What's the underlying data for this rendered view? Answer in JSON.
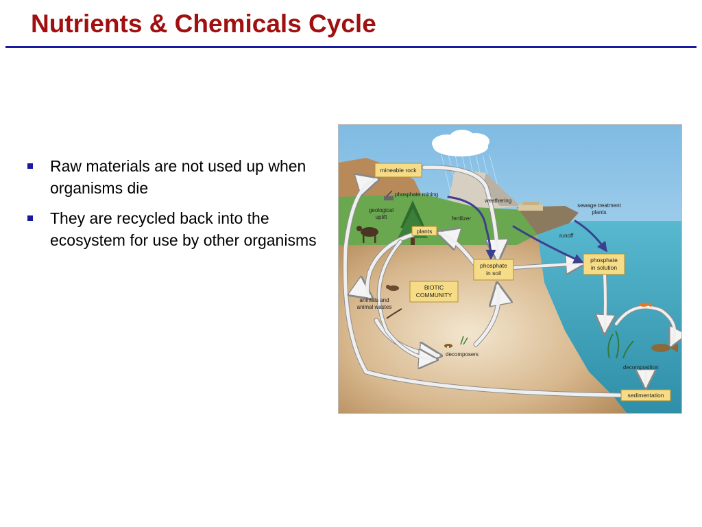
{
  "slide": {
    "title": "Nutrients & Chemicals Cycle",
    "bullets": [
      "Raw materials are not used up when organisms die",
      "They are recycled back into the ecosystem for use by other organisms"
    ]
  },
  "diagram": {
    "boxes": {
      "mineable_rock": "mineable rock",
      "plants": "plants",
      "phosphate_soil_1": "phosphate",
      "phosphate_soil_2": "in soil",
      "phosphate_solution_1": "phosphate",
      "phosphate_solution_2": "in solution",
      "biotic_1": "BIOTIC",
      "biotic_2": "COMMUNITY",
      "sedimentation": "sedimentation"
    },
    "labels": {
      "phosphate_mining": "phosphate mining",
      "weathering": "weathering",
      "geological_uplift_1": "geological",
      "geological_uplift_2": "uplift",
      "fertilizer": "fertilizer",
      "sewage_1": "sewage treatment",
      "sewage_2": "plants",
      "runoff": "runoff",
      "animals_1": "animals and",
      "animals_2": "animal wastes",
      "decomposers": "decomposers",
      "decomposition": "decomposition"
    },
    "colors": {
      "box_fill": "#f6dc86",
      "box_stroke": "#b8902c",
      "arrow_light": "#e9e9e9",
      "arrow_dark": "#3b3f8f",
      "water": "#4fb2c9",
      "soil": "#c49a6a",
      "sky": "#a9d2ec"
    }
  }
}
